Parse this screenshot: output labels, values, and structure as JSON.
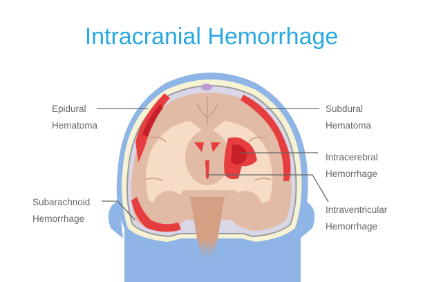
{
  "title": "Intracranial Hemorrhage",
  "labels": {
    "epidural": {
      "line1": "Epidural",
      "line2": "Hematoma"
    },
    "subdural": {
      "line1": "Subdural",
      "line2": "Hematoma"
    },
    "intracerebral": {
      "line1": "Intracerebral",
      "line2": "Hemorrhage"
    },
    "intraventricular": {
      "line1": "Intraventricular",
      "line2": "Hemorrhage"
    },
    "subarachnoid": {
      "line1": "Subarachnoid",
      "line2": "Hemorrhage"
    }
  },
  "colors": {
    "title": "#29a8e0",
    "scalp": "#8fb4e6",
    "skull": "#f6f2d4",
    "meninges": "#d9d6e8",
    "brain_gray": "#e2bba6",
    "brain_white": "#f6dcc7",
    "brainstem": "#d3a083",
    "blood": "#e63e3e",
    "blood_dark": "#c8202a",
    "leader_line": "#666666"
  }
}
